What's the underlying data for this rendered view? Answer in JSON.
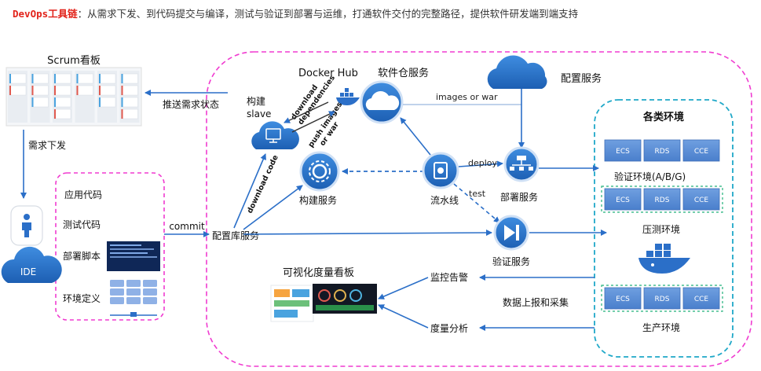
{
  "header": {
    "brand": "DevOps工具链",
    "text": "：从需求下发、到代码提交与编译，测试与验证到部署与运维，打通软件交付的完整路径，提供软件研发端到端支持",
    "brand_color": "#e2231a"
  },
  "left": {
    "scrum_title": "Scrum看板",
    "push_status": "推送需求状态",
    "demand_down": "需求下发",
    "ide_label": "IDE",
    "commit": "commit",
    "code_items": [
      "应用代码",
      "测试代码",
      "部署脚本",
      "环境定义"
    ]
  },
  "center": {
    "docker_hub": "Docker Hub",
    "build_slave": [
      "构建",
      "slave"
    ],
    "download_deps": [
      "download",
      "dependencies"
    ],
    "push_images": [
      "push images",
      "or war"
    ],
    "download_code": "download code",
    "build_service": "构建服务",
    "repo_service": "配置库服务",
    "artifact_service": "软件仓服务",
    "images_or_war": "images or war",
    "pipeline": "流水线",
    "deploy": "deploy",
    "test": "test",
    "deploy_service": "部署服务",
    "verify_service": "验证服务",
    "config_service": "配置服务",
    "dashboard_title": "可视化度量看板",
    "monitor": "监控告警",
    "report": "数据上报和采集",
    "metrics": "度量分析"
  },
  "envs": {
    "title": "各类环境",
    "title_color": "#e2231a",
    "groups": [
      {
        "items": [
          "ECS",
          "RDS",
          "CCE"
        ],
        "label": "验证环境(A/B/G)"
      },
      {
        "items": [
          "ECS",
          "RDS",
          "CCE"
        ],
        "label": "压测环境"
      },
      {
        "items": [
          "ECS",
          "RDS",
          "CCE"
        ],
        "label": "生产环境"
      }
    ]
  },
  "colors": {
    "accent": "#2b6fc8",
    "pink": "#f03bd0",
    "cyan": "#1fa8c8",
    "box": "#5b8fd6"
  }
}
